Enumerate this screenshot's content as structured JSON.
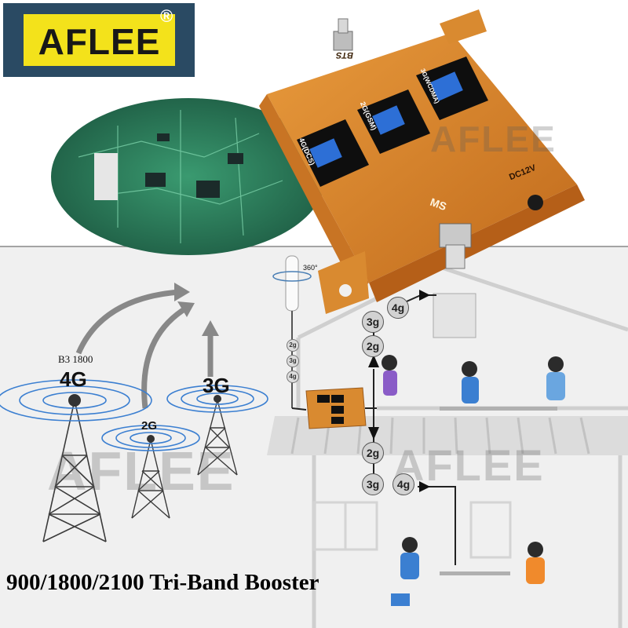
{
  "brand": {
    "logo_text": "AFLEE",
    "registered_mark": "®"
  },
  "watermarks": [
    "AFLEE",
    "AFLEE",
    "AFLEE"
  ],
  "device": {
    "port_top": "BTS",
    "port_bottom": "MS",
    "power": "DC12V",
    "panels": [
      "4G(DCS)",
      "2G(GSM)",
      "3G(WCDMA)"
    ]
  },
  "towers": {
    "band_note": "B3 1800",
    "labels": [
      "4G",
      "2G",
      "3G"
    ]
  },
  "antenna": {
    "rotation": "360°"
  },
  "signal_badges": {
    "top_chain": [
      "2g",
      "3g",
      "4g"
    ],
    "upper_floor": [
      "3g",
      "4g",
      "2g"
    ],
    "lower_floor": [
      "2g",
      "3g",
      "4g"
    ]
  },
  "caption": "900/1800/2100 Tri-Band Booster",
  "colors": {
    "logo_bg": "#2a4a63",
    "logo_yellow": "#f3e21b",
    "device_orange": "#d9852b",
    "board_green": "#2e7d5b",
    "wave_blue": "#3b7fd1"
  }
}
